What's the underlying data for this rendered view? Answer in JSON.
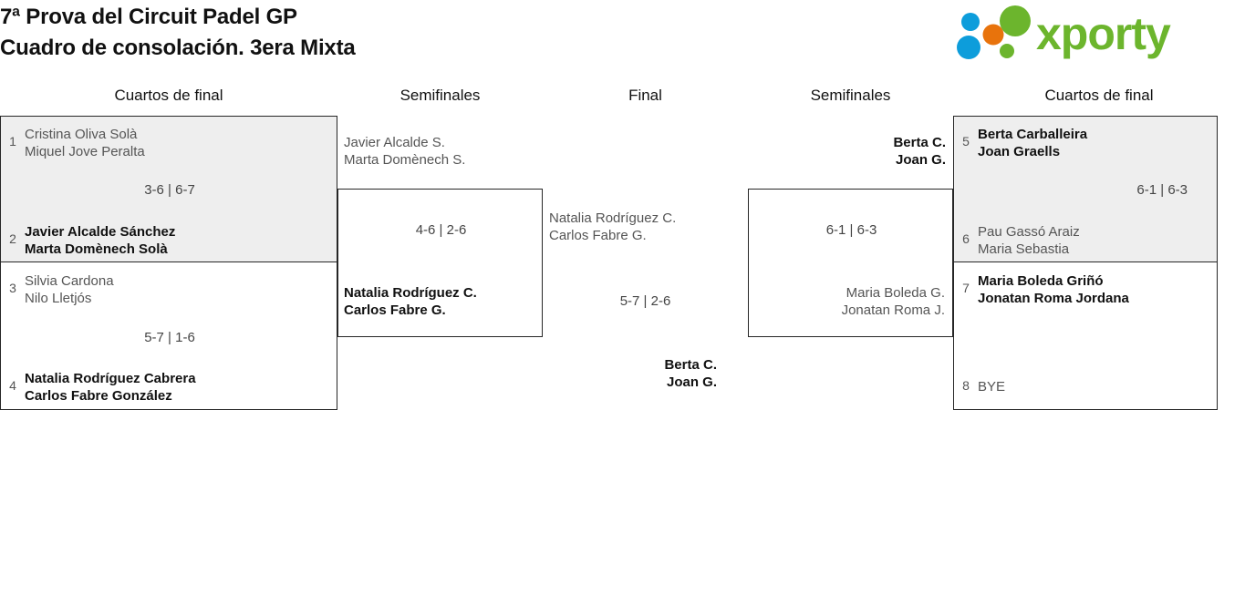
{
  "header": {
    "title_line1": "7ª Prova del Circuit Padel GP",
    "title_line2": "Cuadro de consolación. 3era Mixta",
    "logo": {
      "wordmark": "xporty",
      "colors": {
        "green": "#6cb52d",
        "blue": "#0d9ddb",
        "orange": "#e8730c"
      }
    }
  },
  "columns": [
    {
      "label": "Cuartos de final"
    },
    {
      "label": "Semifinales"
    },
    {
      "label": "Final"
    },
    {
      "label": "Semifinales"
    },
    {
      "label": "Cuartos de final"
    }
  ],
  "left_quarterfinals": [
    {
      "score": "3-6 | 6-7",
      "slots": [
        {
          "seed": "1",
          "line1": "Cristina Oliva Solà",
          "line2": "Miquel Jove Peralta",
          "winner": false
        },
        {
          "seed": "2",
          "line1": "Javier Alcalde Sánchez",
          "line2": "Marta Domènech Solà",
          "winner": true
        }
      ]
    },
    {
      "score": "5-7 | 1-6",
      "slots": [
        {
          "seed": "3",
          "line1": "Silvia Cardona",
          "line2": "Nilo Lletjós",
          "winner": false
        },
        {
          "seed": "4",
          "line1": "Natalia Rodríguez Cabrera",
          "line2": "Carlos Fabre González",
          "winner": true
        }
      ]
    }
  ],
  "left_semifinal": {
    "score": "4-6 | 2-6",
    "slots": [
      {
        "line1": "Javier Alcalde S.",
        "line2": "Marta Domènech S.",
        "winner": false
      },
      {
        "line1": "Natalia Rodríguez C.",
        "line2": "Carlos Fabre G.",
        "winner": true
      }
    ]
  },
  "final": {
    "score": "5-7 | 2-6",
    "slots": [
      {
        "line1": "Natalia Rodríguez C.",
        "line2": "Carlos Fabre G.",
        "winner": false
      },
      {
        "line1": "Berta C.",
        "line2": "Joan G.",
        "winner": true
      }
    ]
  },
  "right_semifinal": {
    "score": "6-1 | 6-3",
    "slots": [
      {
        "line1": "Berta C.",
        "line2": "Joan G.",
        "winner": true
      },
      {
        "line1": "Maria Boleda G.",
        "line2": "Jonatan Roma J.",
        "winner": false
      }
    ]
  },
  "right_quarterfinals": [
    {
      "score": "6-1 | 6-3",
      "slots": [
        {
          "seed": "5",
          "line1": "Berta Carballeira",
          "line2": "Joan Graells",
          "winner": true
        },
        {
          "seed": "6",
          "line1": "Pau Gassó Araiz",
          "line2": "Maria Sebastia",
          "winner": false
        }
      ]
    },
    {
      "score": "",
      "slots": [
        {
          "seed": "7",
          "line1": "Maria Boleda Griñó",
          "line2": "Jonatan Roma Jordana",
          "winner": true
        },
        {
          "seed": "8",
          "line1": "BYE",
          "line2": "",
          "winner": false,
          "bye": true
        }
      ]
    }
  ]
}
